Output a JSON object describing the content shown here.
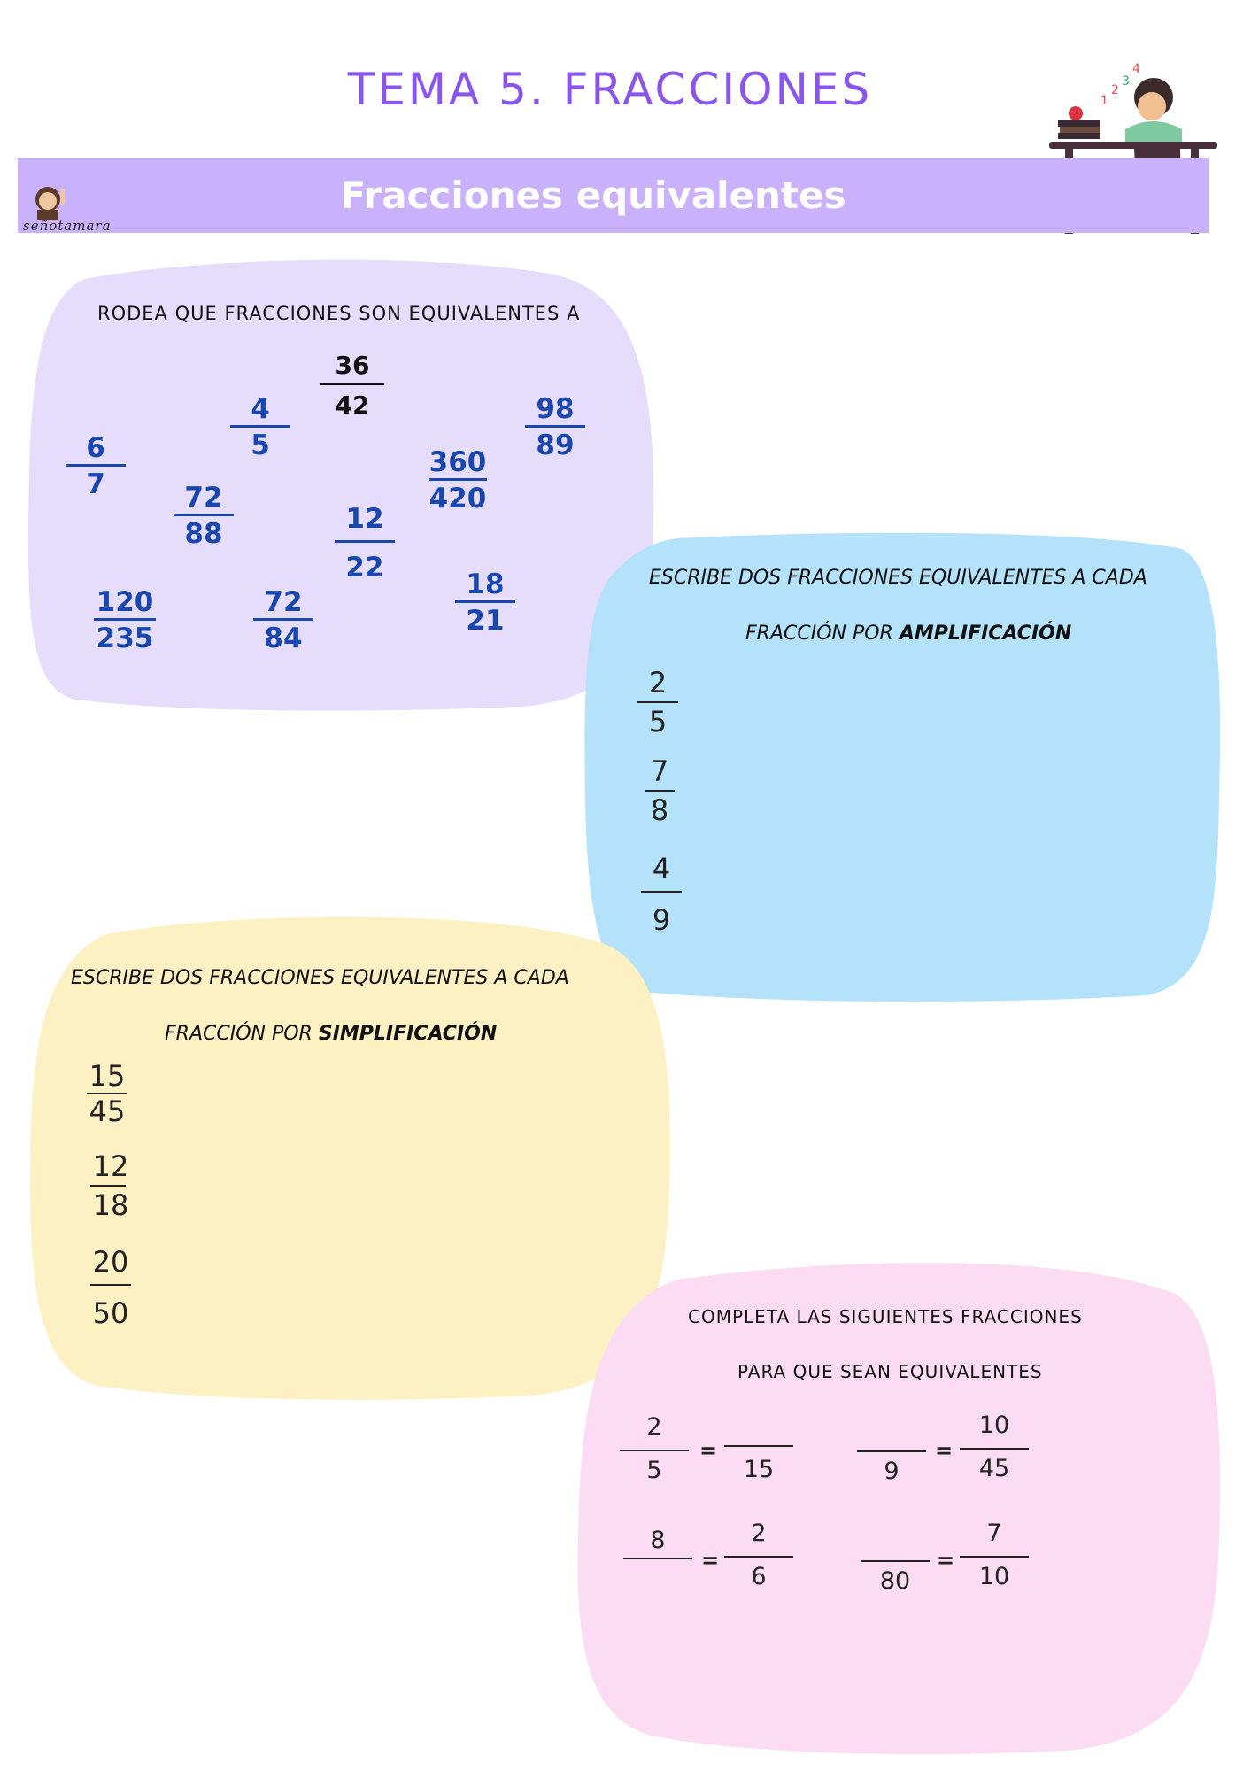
{
  "title": "TEMA 5. FRACCIONES",
  "banner_title": "Fracciones equivalentes",
  "signature": "señotamara",
  "colors": {
    "title": "#8a55ea",
    "banner": "#c9b1fb",
    "purple_box": "#e6dcfc",
    "blue_box": "#b5e2fb",
    "yellow_box": "#fdf1c4",
    "pink_box": "#fcdcf2",
    "fraction_blue": "#1947b0"
  },
  "icons": [
    "girl-avatar-icon",
    "student-at-desk-illustration"
  ],
  "ex1": {
    "heading": "RODEA QUE FRACCIONES SON EQUIVALENTES A",
    "target": {
      "num": "36",
      "den": "42"
    },
    "fractions": [
      {
        "num": "4",
        "den": "5"
      },
      {
        "num": "98",
        "den": "89"
      },
      {
        "num": "6",
        "den": "7"
      },
      {
        "num": "360",
        "den": "420"
      },
      {
        "num": "72",
        "den": "88"
      },
      {
        "num": "12",
        "den": "22"
      },
      {
        "num": "120",
        "den": "235"
      },
      {
        "num": "72",
        "den": "84"
      },
      {
        "num": "18",
        "den": "21"
      }
    ]
  },
  "ex2": {
    "heading_line1": "ESCRIBE DOS FRACCIONES EQUIVALENTES A CADA",
    "heading_line2_prefix": "FRACCIÓN POR ",
    "heading_line2_bold": "AMPLIFICACIÓN",
    "fractions": [
      {
        "num": "2",
        "den": "5"
      },
      {
        "num": "7",
        "den": "8"
      },
      {
        "num": "4",
        "den": "9"
      }
    ]
  },
  "ex3": {
    "heading_line1": "ESCRIBE DOS FRACCIONES EQUIVALENTES A CADA",
    "heading_line2_prefix": "FRACCIÓN POR ",
    "heading_line2_bold": "SIMPLIFICACIÓN",
    "fractions": [
      {
        "num": "15",
        "den": "45"
      },
      {
        "num": "12",
        "den": "18"
      },
      {
        "num": "20",
        "den": "50"
      }
    ]
  },
  "ex4": {
    "heading_line1": "COMPLETA LAS SIGUIENTES FRACCIONES",
    "heading_line2": "PARA QUE SEAN EQUIVALENTES",
    "equals": "=",
    "items": [
      {
        "left": {
          "num": "2",
          "den": "5"
        },
        "right": {
          "num": "",
          "den": "15"
        }
      },
      {
        "left": {
          "num": "",
          "den": "9"
        },
        "right": {
          "num": "10",
          "den": "45"
        }
      },
      {
        "left": {
          "num": "8",
          "den": ""
        },
        "right": {
          "num": "2",
          "den": "6"
        }
      },
      {
        "left": {
          "num": "",
          "den": "80"
        },
        "right": {
          "num": "7",
          "den": "10"
        }
      }
    ]
  }
}
